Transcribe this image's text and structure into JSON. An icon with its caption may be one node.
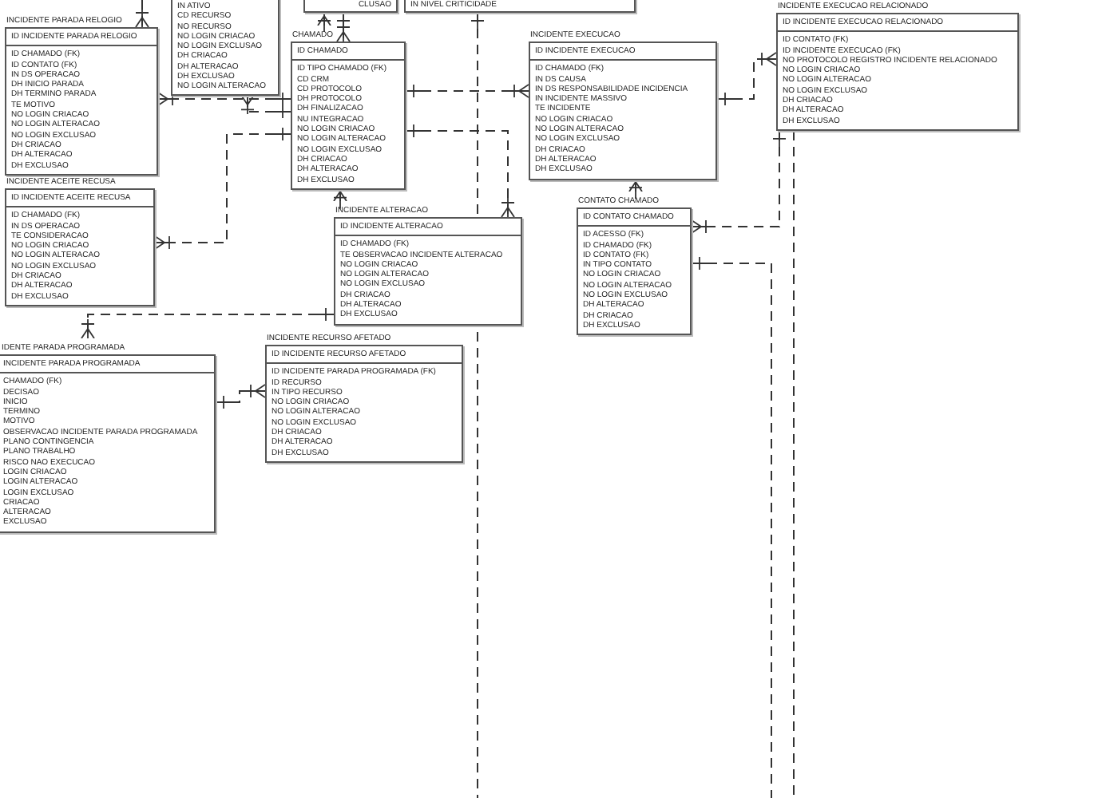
{
  "diagram": {
    "nodes": [
      {
        "text": [
          "IN ATIVO",
          "CD RECURSO",
          "NO RECURSO",
          "NO LOGIN CRIACAO",
          "NO LOGIN EXCLUSAO",
          "DH CRIACAO",
          "DH ALTERACAO",
          "DH EXCLUSAO",
          "NO LOGIN ALTERACAO"
        ]
      },
      {
        "text": [
          "CLUSAO"
        ]
      },
      {
        "text": [
          "IN NIVEL CRITICIDADE"
        ]
      },
      {
        "text": [
          "INCIDENTE PARADA RELOGIO",
          "ID INCIDENTE PARADA RELOGIO",
          "ID CHAMADO (FK)",
          "ID CONTATO (FK)",
          "IN DS OPERACAO",
          "DH INICIO PARADA",
          "DH TERMINO PARADA",
          "TE MOTIVO",
          "NO LOGIN CRIACAO",
          "NO LOGIN ALTERACAO",
          "NO LOGIN EXCLUSAO",
          "DH CRIACAO",
          "DH ALTERACAO",
          "DH EXCLUSAO"
        ]
      },
      {
        "text": [
          "CHAMADO",
          "ID CHAMADO",
          "ID TIPO CHAMADO (FK)",
          "CD CRM",
          "CD PROTOCOLO",
          "DH PROTOCOLO",
          "DH FINALIZACAO",
          "NU INTEGRACAO",
          "NO LOGIN CRIACAO",
          "NO LOGIN ALTERACAO",
          "NO LOGIN EXCLUSAO",
          "DH CRIACAO",
          "DH ALTERACAO",
          "DH EXCLUSAO"
        ]
      },
      {
        "text": [
          "INCIDENTE EXECUCAO",
          "ID INCIDENTE EXECUCAO",
          "ID CHAMADO (FK)",
          "IN DS CAUSA",
          "IN DS RESPONSABILIDADE INCIDENCIA",
          "IN INCIDENTE MASSIVO",
          "TE INCIDENTE",
          "NO LOGIN CRIACAO",
          "NO LOGIN ALTERACAO",
          "NO LOGIN EXCLUSAO",
          "DH CRIACAO",
          "DH ALTERACAO",
          "DH EXCLUSAO"
        ]
      },
      {
        "text": [
          "INCIDENTE EXECUCAO RELACIONADO",
          "ID INCIDENTE EXECUCAO RELACIONADO",
          "ID CONTATO (FK)",
          "ID INCIDENTE EXECUCAO (FK)",
          "NO PROTOCOLO REGISTRO INCIDENTE RELACIONADO",
          "NO LOGIN CRIACAO",
          "NO LOGIN ALTERACAO",
          "NO LOGIN EXCLUSAO",
          "DH CRIACAO",
          "DH ALTERACAO",
          "DH EXCLUSAO"
        ]
      },
      {
        "text": [
          "INCIDENTE ACEITE RECUSA",
          "ID INCIDENTE ACEITE RECUSA",
          "ID CHAMADO (FK)",
          "IN DS OPERACAO",
          "TE CONSIDERACAO",
          "NO LOGIN CRIACAO",
          "NO LOGIN ALTERACAO",
          "NO LOGIN EXCLUSAO",
          "DH CRIACAO",
          "DH ALTERACAO",
          "DH EXCLUSAO"
        ]
      },
      {
        "text": [
          "INCIDENTE ALTERACAO",
          "ID INCIDENTE ALTERACAO",
          "ID CHAMADO (FK)",
          "TE OBSERVACAO INCIDENTE ALTERACAO",
          "NO LOGIN CRIACAO",
          "NO LOGIN ALTERACAO",
          "NO LOGIN EXCLUSAO",
          "DH CRIACAO",
          "DH ALTERACAO",
          "DH EXCLUSAO"
        ]
      },
      {
        "text": [
          "CONTATO CHAMADO",
          "ID CONTATO CHAMADO",
          "ID ACESSO (FK)",
          "ID CHAMADO (FK)",
          "ID CONTATO (FK)",
          "IN TIPO CONTATO",
          "NO LOGIN CRIACAO",
          "NO LOGIN ALTERACAO",
          "NO LOGIN EXCLUSAO",
          "DH ALTERACAO",
          "DH CRIACAO",
          "DH EXCLUSAO"
        ]
      },
      {
        "text": [
          "IDENTE PARADA PROGRAMADA",
          "INCIDENTE PARADA PROGRAMADA",
          "CHAMADO (FK)",
          "DECISAO",
          "INICIO",
          "TERMINO",
          "MOTIVO",
          "OBSERVACAO INCIDENTE PARADA PROGRAMADA",
          "PLANO CONTINGENCIA",
          "PLANO TRABALHO",
          "RISCO NAO EXECUCAO",
          "LOGIN CRIACAO",
          "LOGIN ALTERACAO",
          "LOGIN EXCLUSAO",
          "CRIACAO",
          "ALTERACAO",
          "EXCLUSAO"
        ]
      },
      {
        "text": [
          "INCIDENTE RECURSO AFETADO",
          "ID INCIDENTE RECURSO AFETADO",
          "ID INCIDENTE PARADA PROGRAMADA (FK)",
          "ID RECURSO",
          "IN TIPO RECURSO",
          "NO LOGIN CRIACAO",
          "NO LOGIN ALTERACAO",
          "NO LOGIN EXCLUSAO",
          "DH CRIACAO",
          "DH ALTERACAO",
          "DH EXCLUSAO"
        ]
      }
    ],
    "edges": [
      {
        "from": null,
        "to": 3,
        "arrow": "other"
      },
      {
        "from": 4,
        "to": 0,
        "arrow": "other"
      },
      {
        "from": 4,
        "to": 3,
        "arrow": "other"
      },
      {
        "from": 1,
        "to": 4,
        "arrow": "other"
      },
      {
        "from": 1,
        "to": 4,
        "arrow": "other"
      },
      {
        "from": 4,
        "to": 5,
        "arrow": "other"
      },
      {
        "from": 4,
        "to": 7,
        "arrow": "other"
      },
      {
        "from": 4,
        "to": 8,
        "arrow": "other"
      },
      {
        "from": 4,
        "to": 8,
        "arrow": "other"
      },
      {
        "from": 2,
        "to": null,
        "arrow": "other"
      },
      {
        "from": 8,
        "to": 10,
        "arrow": "other"
      },
      {
        "from": 10,
        "to": 11,
        "arrow": "other"
      },
      {
        "from": 5,
        "to": 9,
        "arrow": "other"
      },
      {
        "from": 5,
        "to": 6,
        "arrow": "other"
      },
      {
        "from": 6,
        "to": 9,
        "arrow": "other"
      },
      {
        "from": 9,
        "to": null,
        "arrow": "other"
      },
      {
        "from": 6,
        "to": null,
        "arrow": "none"
      }
    ]
  }
}
